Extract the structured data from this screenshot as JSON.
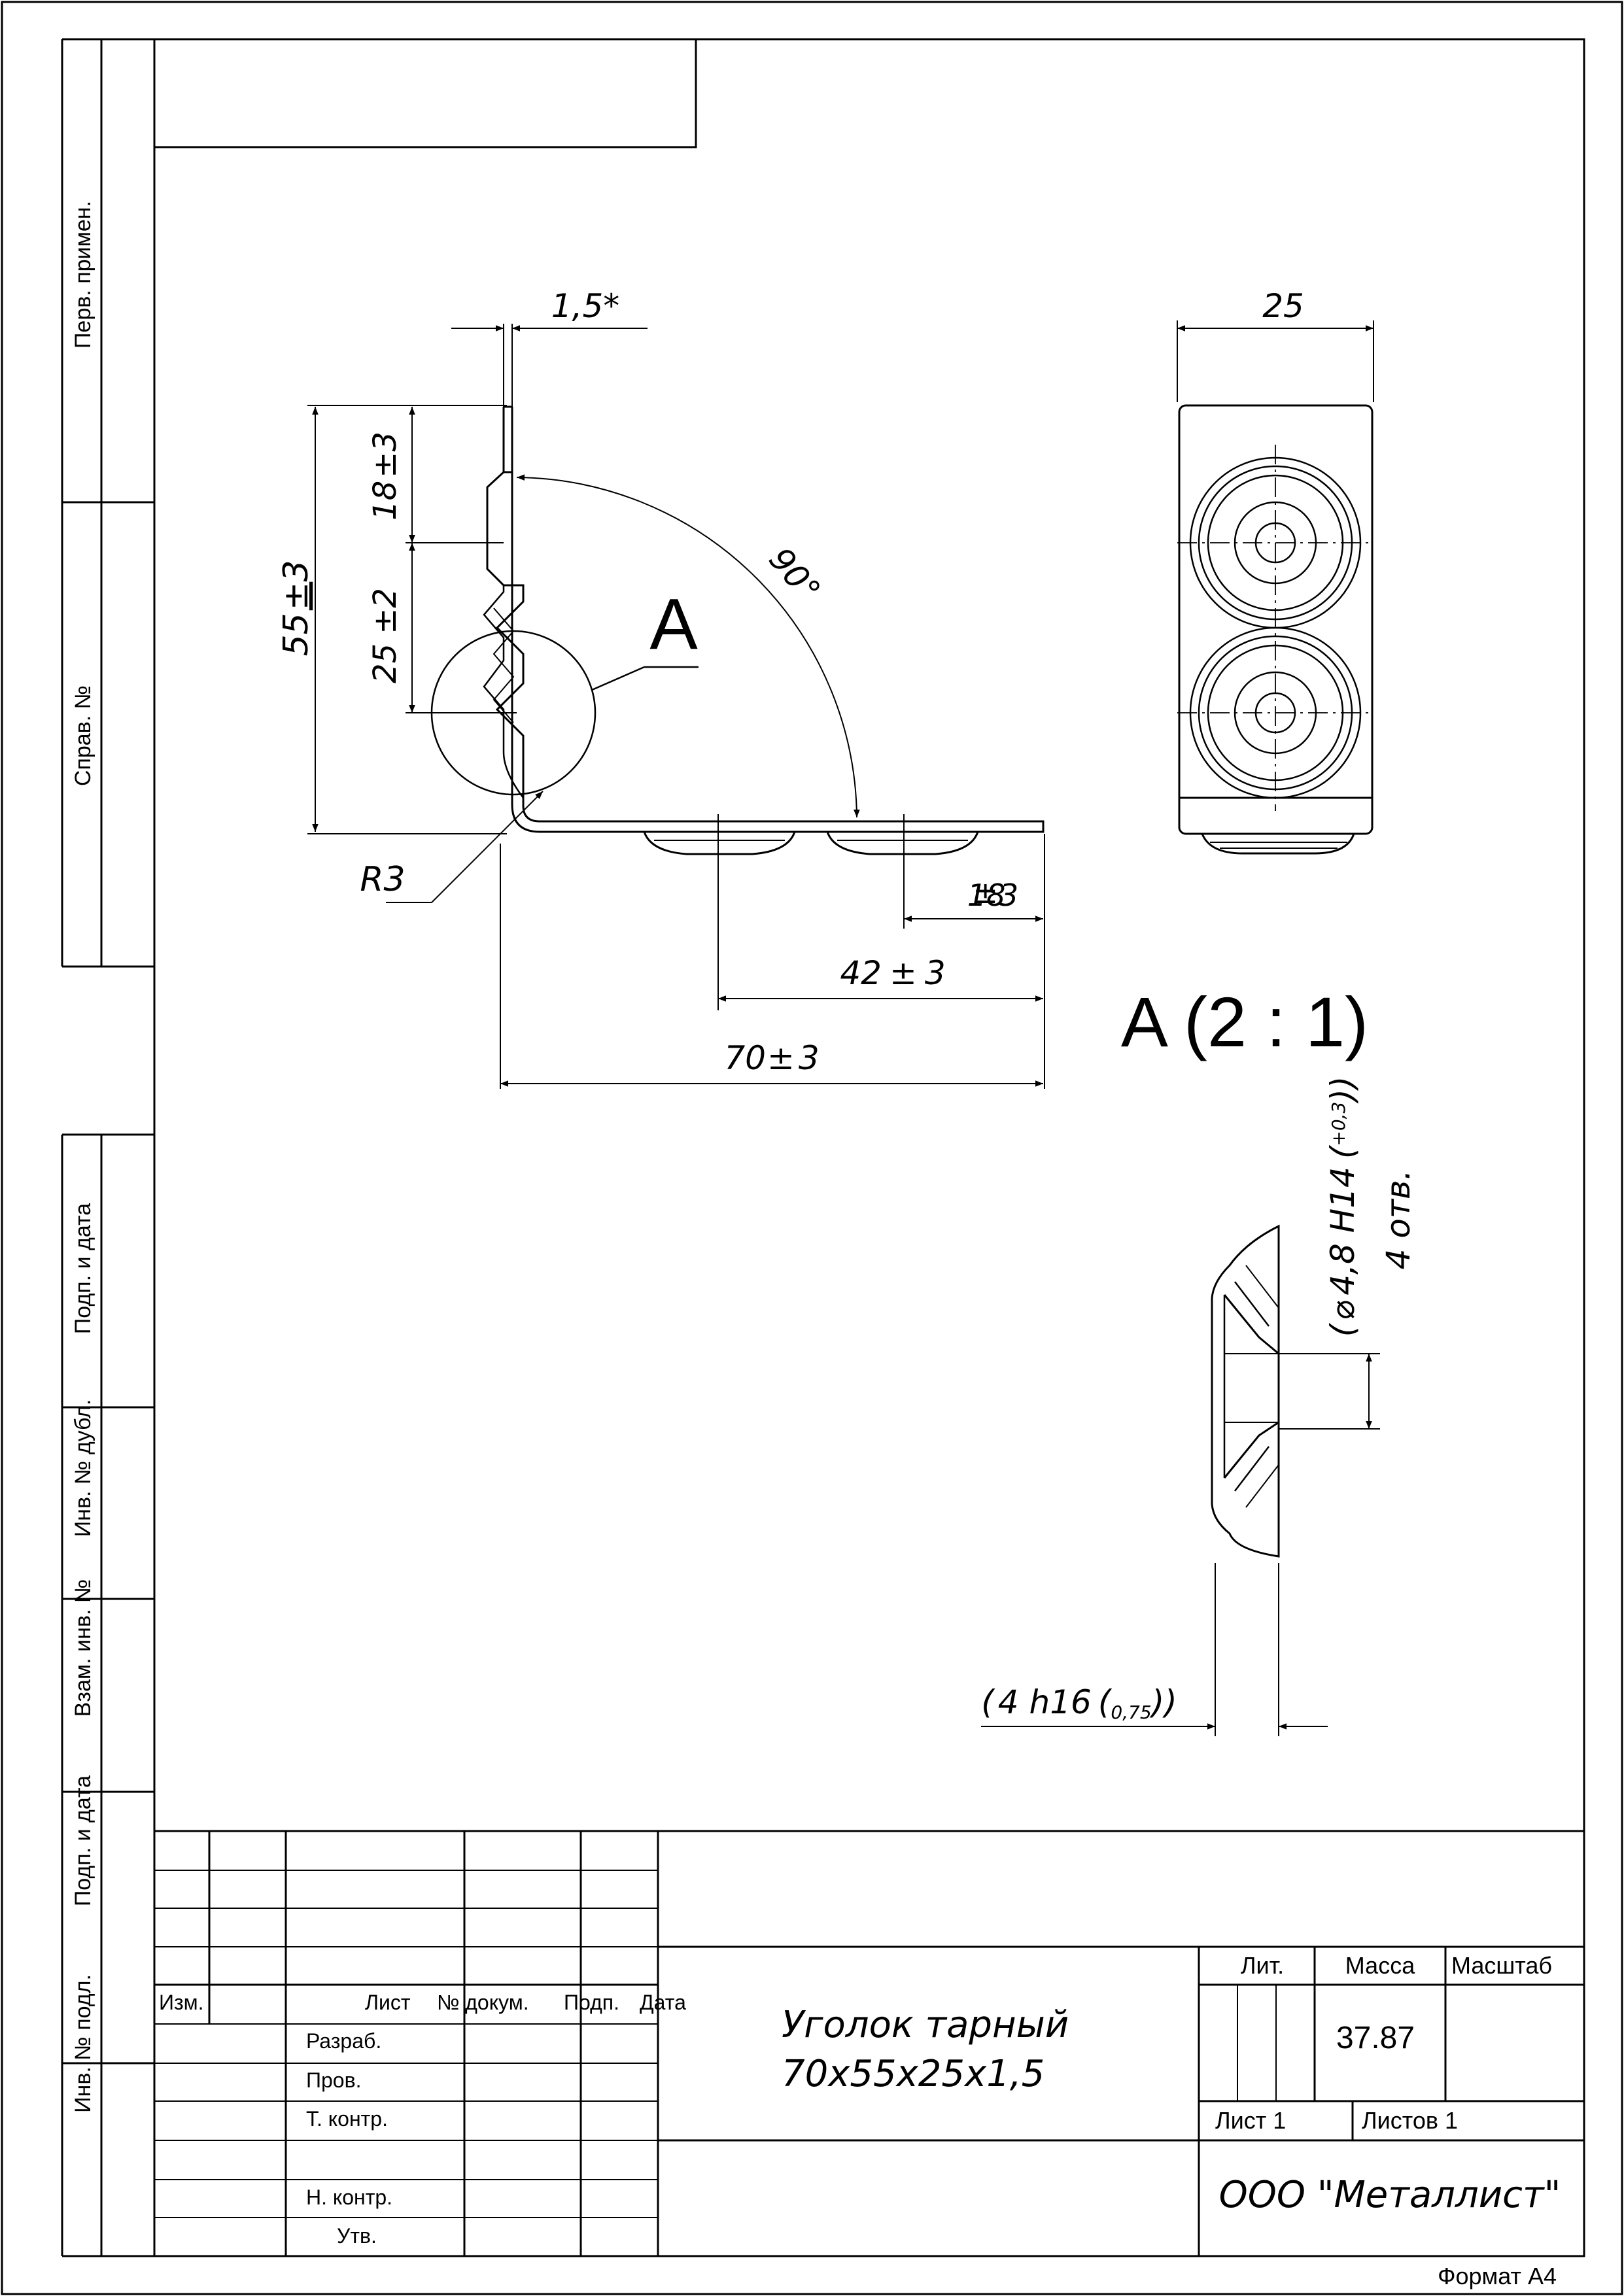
{
  "side_stamp": {
    "perv_primen": "Перв. примен.",
    "sprav_no": "Справ. №",
    "podp_data_1": "Подп. и дата",
    "inv_dubl": "Инв. № дубл.",
    "vzam_inv": "Взам. инв. №",
    "podp_data_2": "Подп. и дата",
    "inv_podl": "Инв. № подл."
  },
  "dimensions": {
    "thickness": "1,5*",
    "width": "25",
    "height_total": "55",
    "height_total_tol": "3",
    "upper_seg": "18",
    "upper_seg_tol": "3",
    "hole_spacing": "25",
    "hole_spacing_tol": "2",
    "angle": "90°",
    "radius": "R3",
    "bottom_short": "18",
    "bottom_short_tol": "3",
    "bottom_mid": "42",
    "bottom_mid_tol": "3",
    "bottom_total": "70",
    "bottom_total_tol": "3"
  },
  "detail": {
    "callout_letter": "A",
    "view_title": "A (2 : 1)",
    "hole_spec": "4,8 H14",
    "hole_tol": "+0,3",
    "hole_count": "4 отв.",
    "height_spec": "4 h16",
    "height_tol": "0,75"
  },
  "title_block": {
    "col_izm": "Изм.",
    "col_list": "Лист",
    "col_docum": "№ докум.",
    "col_podp": "Подп.",
    "col_data": "Дата",
    "row_razrab": "Разраб.",
    "row_prov": "Пров.",
    "row_tkontr": "Т. контр.",
    "row_nkontr": "Н. контр.",
    "row_utv": "Утв.",
    "name_line1": "Уголок тарный",
    "name_line2": "70x55x25x1,5",
    "lit_label": "Лит.",
    "mass_label": "Масса",
    "scale_label": "Масштаб",
    "mass_value": "37.87",
    "sheet": "Лист 1",
    "sheets": "Листов 1",
    "company": "ООО \"Металлист\""
  },
  "format": "Формат А4"
}
